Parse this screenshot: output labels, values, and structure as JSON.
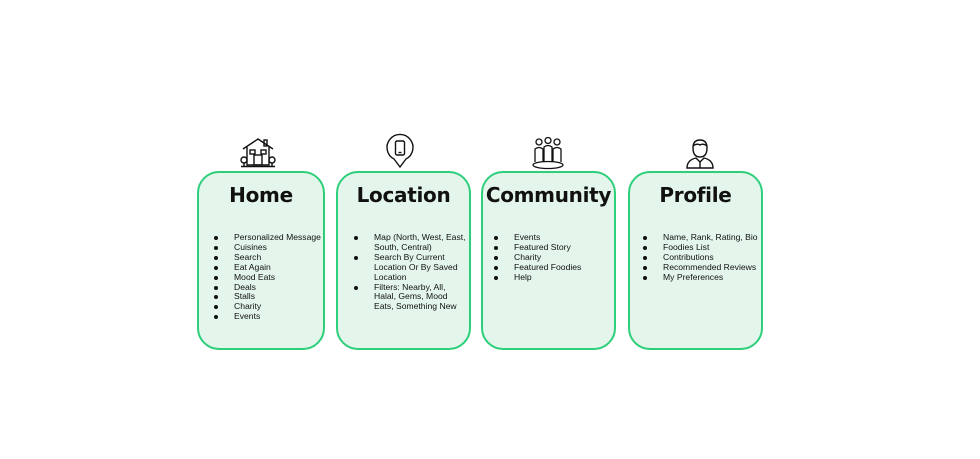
{
  "colors": {
    "card_border": "#2ecf7a",
    "card_fill": "#e4f6ec"
  },
  "cards": [
    {
      "title": "Home",
      "icon": "house-icon",
      "items": [
        "Personalized Message",
        "Cuisines",
        "Search",
        "Eat Again",
        "Mood Eats",
        "Deals",
        "Stalls",
        "Charity",
        "Events"
      ]
    },
    {
      "title": "Location",
      "icon": "map-pin-phone-icon",
      "items": [
        "Map (North, West, East, South, Central)",
        "Search By Current Location Or By Saved Location",
        "Filters: Nearby, All, Halal, Gems, Mood Eats, Something New"
      ]
    },
    {
      "title": "Community",
      "icon": "people-group-icon",
      "items": [
        "Events",
        "Featured Story",
        "Charity",
        "Featured Foodies",
        "Help"
      ]
    },
    {
      "title": "Profile",
      "icon": "user-avatar-icon",
      "items": [
        "Name, Rank, Rating, Bio",
        "Foodies List",
        "Contributions",
        "Recommended Reviews",
        "My Preferences"
      ]
    }
  ]
}
